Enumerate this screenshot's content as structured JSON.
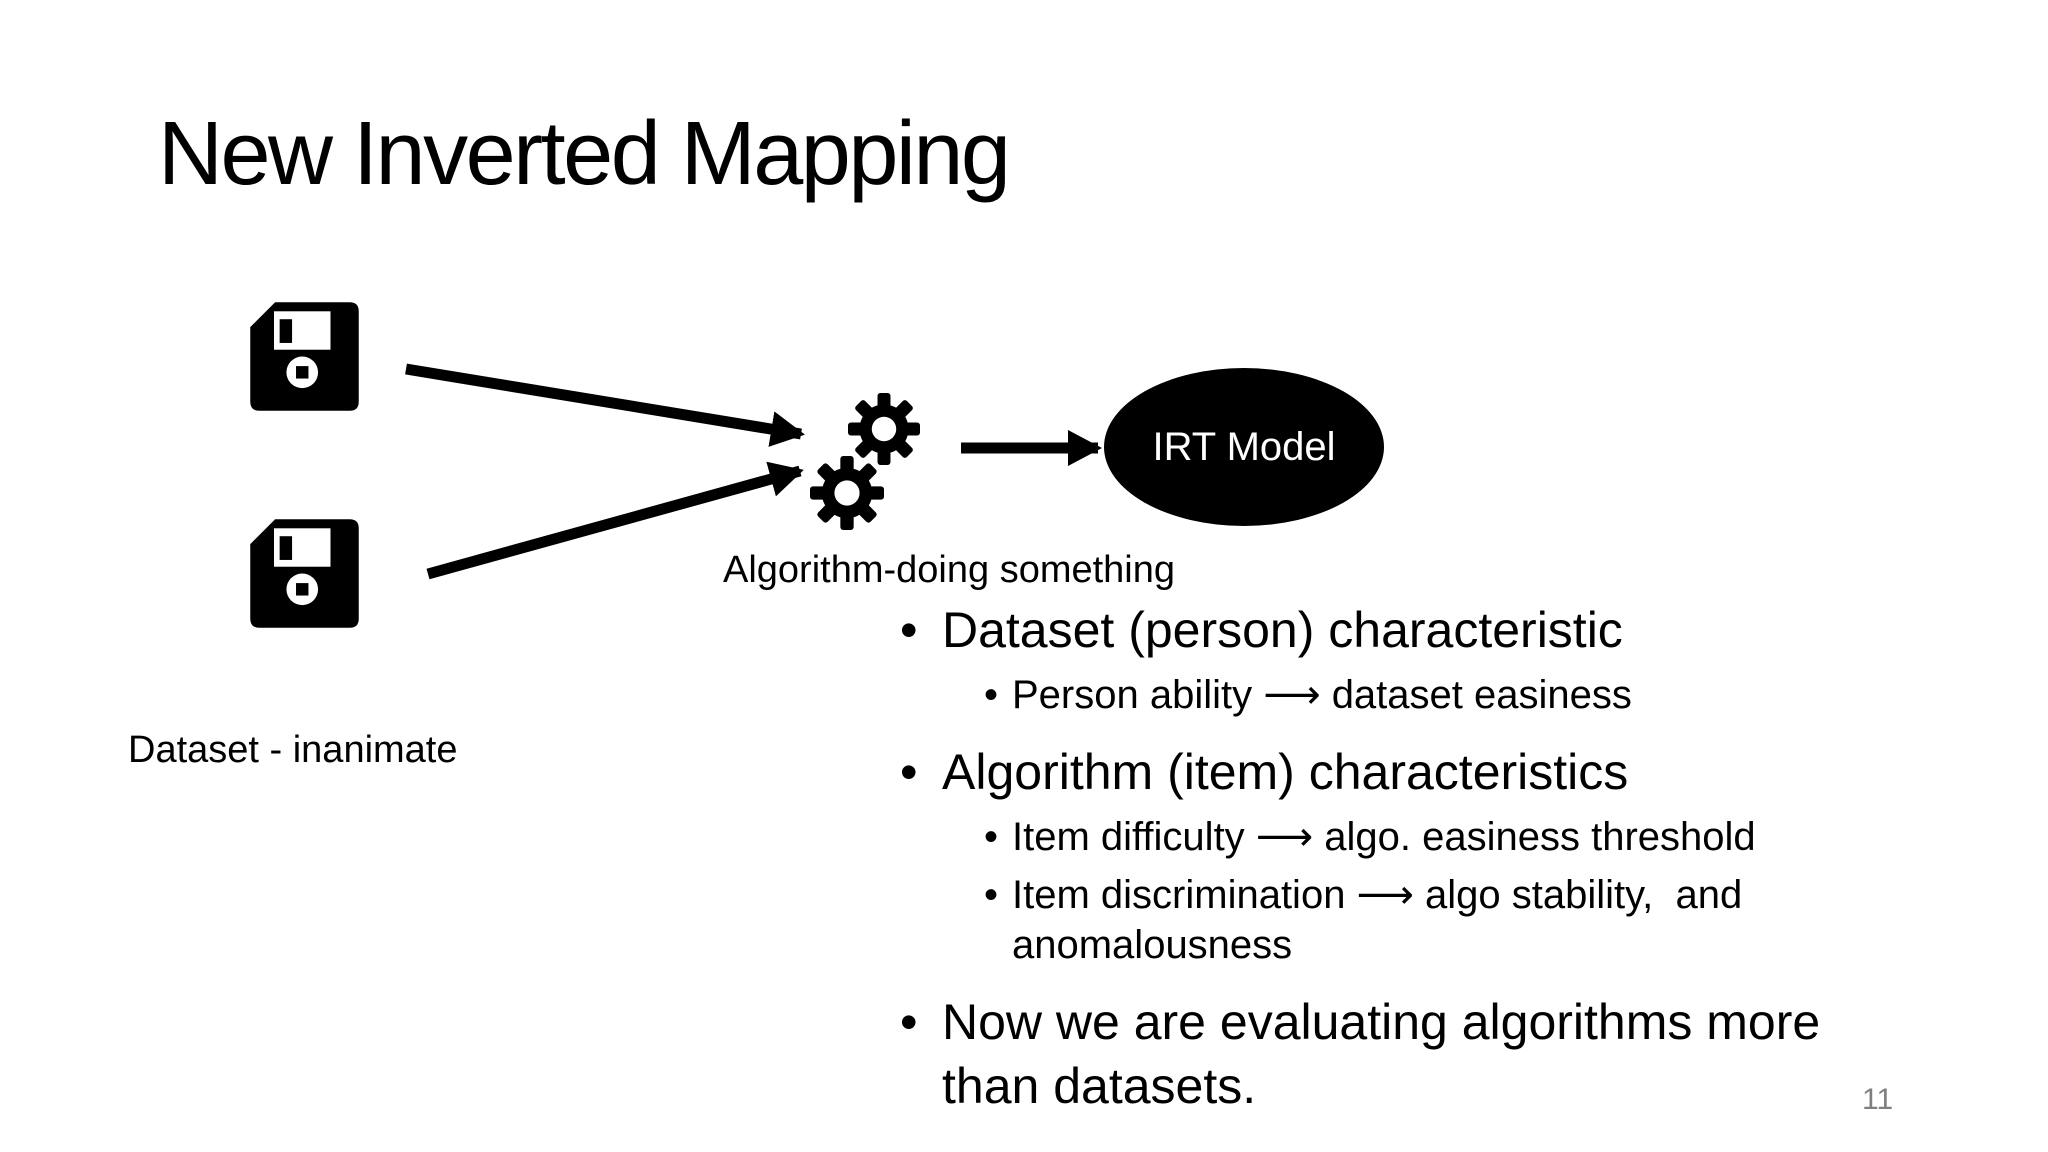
{
  "slide": {
    "title": "New Inverted Mapping",
    "page_number": "11",
    "background_color": "#ffffff",
    "text_color": "#000000",
    "page_number_color": "#7f7f7f"
  },
  "diagram": {
    "dataset_label": "Dataset - inanimate",
    "algorithm_label": "Algorithm-doing something",
    "irt_model_label": "IRT Model",
    "icons": [
      "floppy-disk-icon",
      "floppy-disk-icon",
      "gears-icon",
      "arrow-right-icon"
    ],
    "shape_color": "#000000",
    "irt_text_color": "#ffffff"
  },
  "bullets": {
    "bullet_char": "•",
    "items": [
      {
        "level": 1,
        "text": "Dataset (person) characteristic"
      },
      {
        "level": 2,
        "text": "Person ability ⟶ dataset easiness"
      },
      {
        "level": 1,
        "text": "Algorithm (item) characteristics"
      },
      {
        "level": 2,
        "text": "Item difficulty ⟶ algo. easiness threshold"
      },
      {
        "level": 2,
        "text": "Item discrimination ⟶ algo stability,  and\nanomalousness"
      },
      {
        "level": 1,
        "text": "Now we are evaluating algorithms more\nthan datasets."
      }
    ]
  }
}
